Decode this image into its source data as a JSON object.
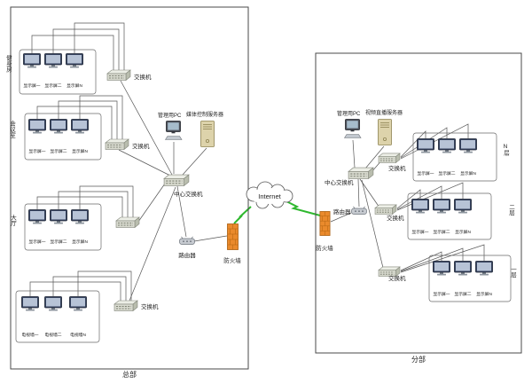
{
  "diagram": {
    "internet_label": "Internet",
    "hq": {
      "label": "总部",
      "rooms": [
        {
          "name": "健身房",
          "monitors": [
            "显示屏一",
            "显示屏二",
            "显示屏N"
          ]
        },
        {
          "name": "会议室",
          "monitors": [
            "显示屏一",
            "显示屏二",
            "显示屏N"
          ]
        },
        {
          "name": "大厅",
          "monitors": [
            "显示屏一",
            "显示屏二",
            "显示屏N"
          ]
        },
        {
          "name": "",
          "monitors": [
            "电视墙一",
            "电视墙二",
            "电视墙N"
          ]
        }
      ],
      "switch_labels": [
        "交换机",
        "交换机",
        "交换机"
      ],
      "center_switch": "中心交换机",
      "mgmt_pc": "管理用PC",
      "media_server": "媒体控制服务器",
      "router": "路由器",
      "firewall": "防火墙"
    },
    "branch": {
      "label": "分部",
      "floors": [
        {
          "name": "N层",
          "monitors": [
            "显示屏一",
            "显示屏二",
            "显示屏N"
          ]
        },
        {
          "name": "二层",
          "monitors": [
            "显示屏一",
            "显示屏二",
            "显示屏N"
          ]
        },
        {
          "name": "一层",
          "monitors": [
            "显示屏一",
            "显示屏二",
            "显示屏N"
          ]
        }
      ],
      "switch_labels": [
        "交换机",
        "交换机",
        "交换机"
      ],
      "center_switch": "中心交换机",
      "mgmt_pc": "管理用PC",
      "video_server": "视频直播服务器",
      "router": "路由器",
      "firewall": "防火墙"
    }
  }
}
